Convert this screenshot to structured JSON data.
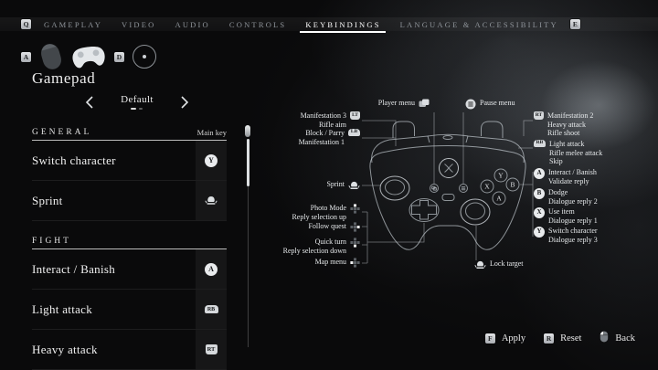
{
  "colors": {
    "background": "#0a0a0b",
    "accent_text": "#ffffff",
    "muted_text": "#8f949a",
    "key_chip_bg": "#d6d9dc"
  },
  "tab_bar": {
    "left_key": "Q",
    "right_key": "E",
    "tabs": [
      {
        "label": "GAMEPLAY",
        "active": false
      },
      {
        "label": "VIDEO",
        "active": false
      },
      {
        "label": "AUDIO",
        "active": false
      },
      {
        "label": "CONTROLS",
        "active": false
      },
      {
        "label": "KEYBINDINGS",
        "active": true
      },
      {
        "label": "LANGUAGE & ACCESSIBILITY",
        "active": false
      }
    ]
  },
  "input_switcher": {
    "prev_key": "A",
    "next_key": "D",
    "devices": [
      {
        "name": "mouse",
        "active": false
      },
      {
        "name": "gamepad",
        "active": true
      },
      {
        "name": "aim-reticle",
        "active": false
      }
    ]
  },
  "page": {
    "title": "Gamepad"
  },
  "preset": {
    "value": "Default",
    "pages_total": 2,
    "page_active": 1
  },
  "bindings": {
    "main_key_header": "Main key",
    "sections": [
      {
        "title": "GENERAL",
        "rows": [
          {
            "label": "Switch character",
            "key": "Y"
          },
          {
            "label": "Sprint",
            "key": "L3"
          }
        ]
      },
      {
        "title": "FIGHT",
        "rows": [
          {
            "label": "Interact / Banish",
            "key": "A"
          },
          {
            "label": "Light attack",
            "key": "RB"
          },
          {
            "label": "Heavy attack",
            "key": "RT"
          }
        ]
      }
    ]
  },
  "diagram": {
    "face_buttons": {
      "y": "Y",
      "x": "X",
      "b": "B",
      "a": "A"
    },
    "callouts": {
      "lt": {
        "key": "LT",
        "lines": [
          "Manifestation 3",
          "Rifle aim"
        ]
      },
      "lb": {
        "key": "LB",
        "lines": [
          "Block / Parry",
          "Manifestation 1"
        ]
      },
      "player_menu": {
        "label": "Player menu"
      },
      "pause_menu": {
        "label": "Pause menu"
      },
      "sprint": {
        "label": "Sprint",
        "key": "L3"
      },
      "dpad_up": {
        "lines": [
          "Photo Mode",
          "Reply selection up"
        ]
      },
      "dpad_right": {
        "lines": [
          "Follow quest"
        ]
      },
      "dpad_down": {
        "lines": [
          "Quick turn",
          "Reply selection down"
        ]
      },
      "dpad_left": {
        "lines": [
          "Map menu"
        ]
      },
      "lock_target": {
        "label": "Lock target",
        "key": "R3"
      },
      "rt": {
        "key": "RT",
        "lines": [
          "Manifestation 2",
          "Heavy attack",
          "Rifle shoot"
        ]
      },
      "rb": {
        "key": "RB",
        "lines": [
          "Light attack",
          "Rifle melee attack",
          "Skip"
        ]
      },
      "a": {
        "key": "A",
        "lines": [
          "Interact / Banish",
          "Validate reply"
        ]
      },
      "b": {
        "key": "B",
        "lines": [
          "Dodge",
          "Dialogue reply 2"
        ]
      },
      "x": {
        "key": "X",
        "lines": [
          "Use item",
          "Dialogue reply 1"
        ]
      },
      "y": {
        "key": "Y",
        "lines": [
          "Switch character",
          "Dialogue reply 3"
        ]
      }
    }
  },
  "footer": {
    "apply": {
      "key": "F",
      "label": "Apply"
    },
    "reset": {
      "key": "R",
      "label": "Reset"
    },
    "back": {
      "label": "Back"
    }
  }
}
